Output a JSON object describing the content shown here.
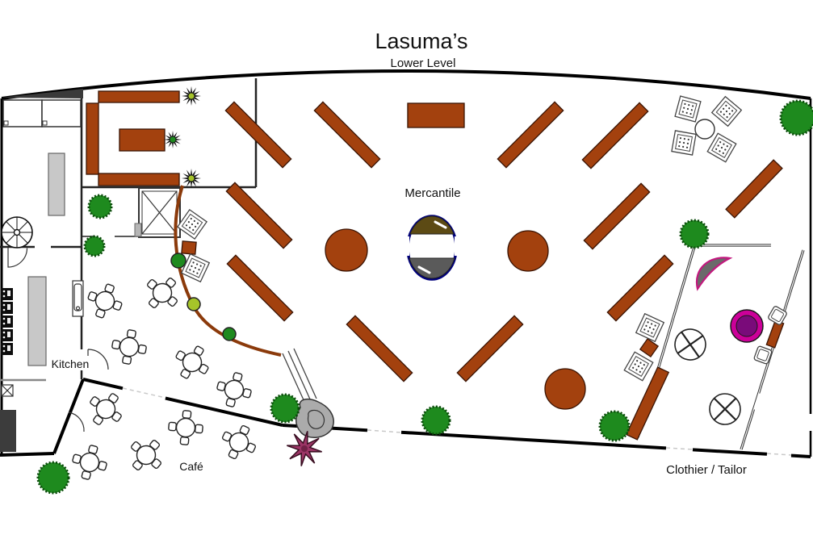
{
  "title": "Lasuma’s",
  "subtitle": "Lower Level",
  "rooms": {
    "mercantile": "Mercantile",
    "kitchen": "Kitchen",
    "cafe": "Café",
    "clothier": "Clothier / Tailor"
  },
  "colors": {
    "fixture_brown": "#A3410E",
    "bush_green": "#1E8A1E",
    "bush_light_green": "#A6C42A",
    "planter_curve_brown": "#8B3A0B",
    "rack_ring_magenta": "#CC0099",
    "rack_center_purple": "#7A0B7A",
    "revolving_ring_navy": "#00007B",
    "revolving_top_segment": "#5C4A14",
    "revolving_bottom_segment": "#5A5A5A",
    "flower_magenta": "#9C3566",
    "rock_gray": "#ABABAB",
    "counter_gray": "#C8C8C8",
    "crescent_gray": "#6A6A6A",
    "crescent_trim_magenta": "#C2187E"
  }
}
